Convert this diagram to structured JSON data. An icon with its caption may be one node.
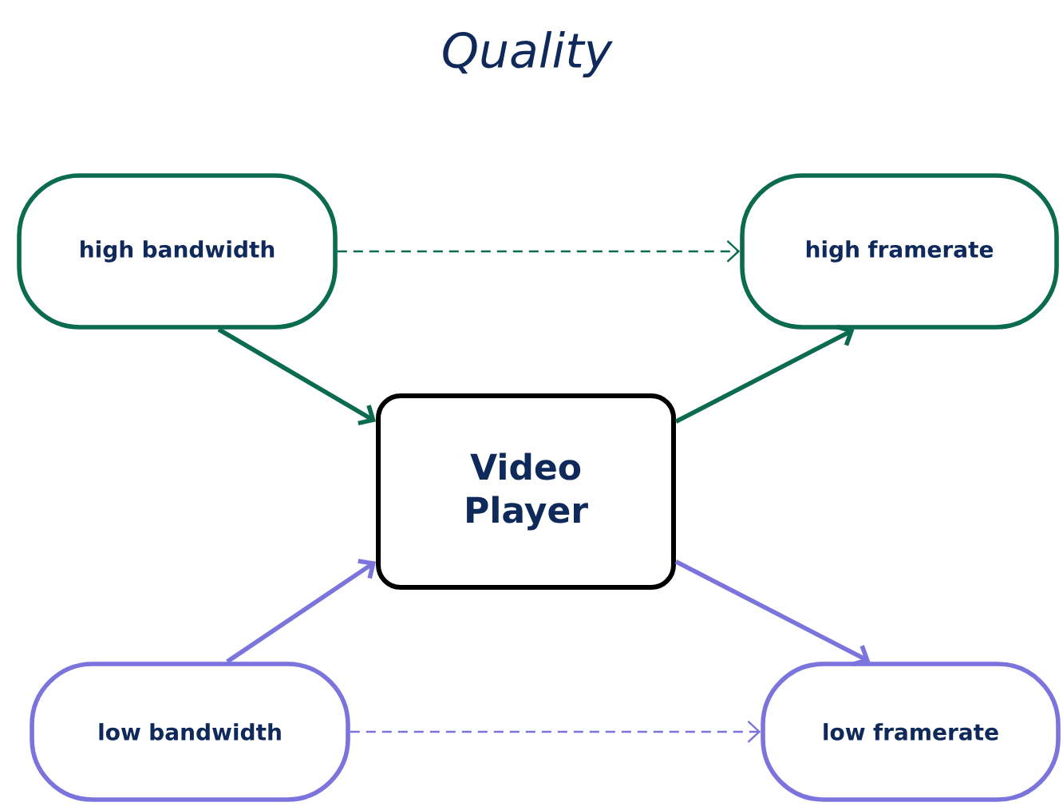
{
  "diagram": {
    "title": "Quality",
    "nodes": [
      {
        "text": [
          "high bandwidth"
        ]
      },
      {
        "text": [
          "high framerate"
        ]
      },
      {
        "text": [
          "Video Player"
        ]
      },
      {
        "text": [
          "low bandwidth"
        ]
      },
      {
        "text": [
          "low framerate"
        ]
      }
    ],
    "edges": [
      {
        "from": 0,
        "to": 1,
        "arrow": "to",
        "style": "dashed",
        "color": "#0b6b4f"
      },
      {
        "from": 0,
        "to": 2,
        "arrow": "to",
        "color": "#0b6b4f"
      },
      {
        "from": 2,
        "to": 1,
        "arrow": "to",
        "color": "#0b6b4f"
      },
      {
        "from": 3,
        "to": 2,
        "arrow": "to",
        "color": "#7b74dd"
      },
      {
        "from": 2,
        "to": 4,
        "arrow": "to",
        "color": "#7b74dd"
      },
      {
        "from": 3,
        "to": 4,
        "arrow": "to",
        "style": "dashed",
        "color": "#7b74dd"
      }
    ]
  }
}
